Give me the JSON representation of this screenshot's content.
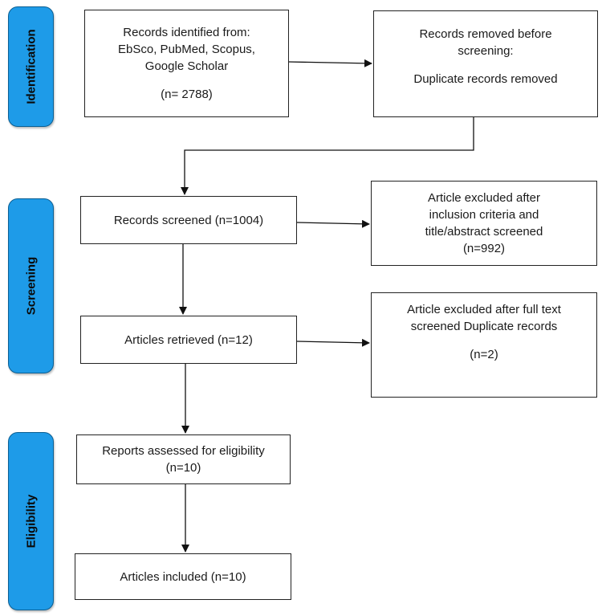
{
  "phases": {
    "identification": "Identification",
    "screening": "Screening",
    "eligibility": "Eligibility"
  },
  "boxes": {
    "records_identified": {
      "line1": "Records identified from:",
      "line2": "EbSco, PubMed, Scopus,",
      "line3": "Google Scholar",
      "count": "(n= 2788)"
    },
    "records_removed": {
      "line1": "Records removed before",
      "line2": "screening:",
      "line3": "Duplicate records removed"
    },
    "records_screened": {
      "line1": "Records screened (n=1004)"
    },
    "excluded_title": {
      "line1": "Article excluded after",
      "line2": "inclusion criteria and",
      "line3": "title/abstract screened",
      "count": "(n=992)"
    },
    "articles_retrieved": {
      "line1": "Articles retrieved (n=12)"
    },
    "excluded_fulltext": {
      "line1": "Article excluded after full text",
      "line2": "screened Duplicate records",
      "count": "(n=2)"
    },
    "reports_assessed": {
      "line1": "Reports assessed for eligibility",
      "count": "(n=10)"
    },
    "articles_included": {
      "line1": "Articles included (n=10)"
    }
  }
}
